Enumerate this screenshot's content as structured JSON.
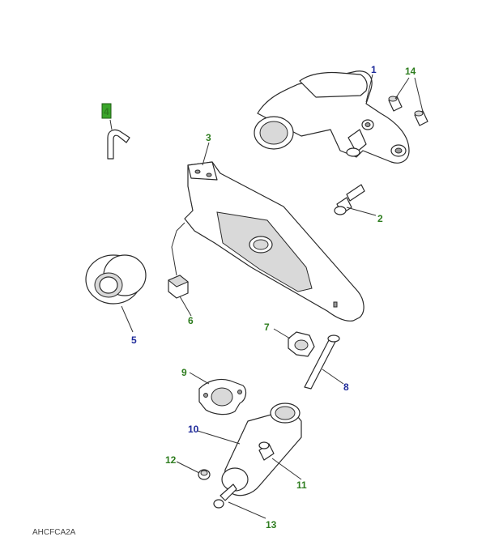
{
  "reference_code": "AHCFCA2A",
  "highlight_color": "#3aa52a",
  "callout_green": "#2e7d1f",
  "callout_blue": "#1e2a9a",
  "callouts": [
    {
      "id": "1",
      "label": "1",
      "color": "blue"
    },
    {
      "id": "2",
      "label": "2",
      "color": "green"
    },
    {
      "id": "3",
      "label": "3",
      "color": "green"
    },
    {
      "id": "4",
      "label": "4",
      "color": "green"
    },
    {
      "id": "5",
      "label": "5",
      "color": "blue"
    },
    {
      "id": "6",
      "label": "6",
      "color": "green"
    },
    {
      "id": "7",
      "label": "7",
      "color": "green"
    },
    {
      "id": "8",
      "label": "8",
      "color": "blue"
    },
    {
      "id": "9",
      "label": "9",
      "color": "green"
    },
    {
      "id": "10",
      "label": "10",
      "color": "blue"
    },
    {
      "id": "11",
      "label": "11",
      "color": "green"
    },
    {
      "id": "12",
      "label": "12",
      "color": "green"
    },
    {
      "id": "13",
      "label": "13",
      "color": "green"
    },
    {
      "id": "14",
      "label": "14",
      "color": "green"
    }
  ]
}
